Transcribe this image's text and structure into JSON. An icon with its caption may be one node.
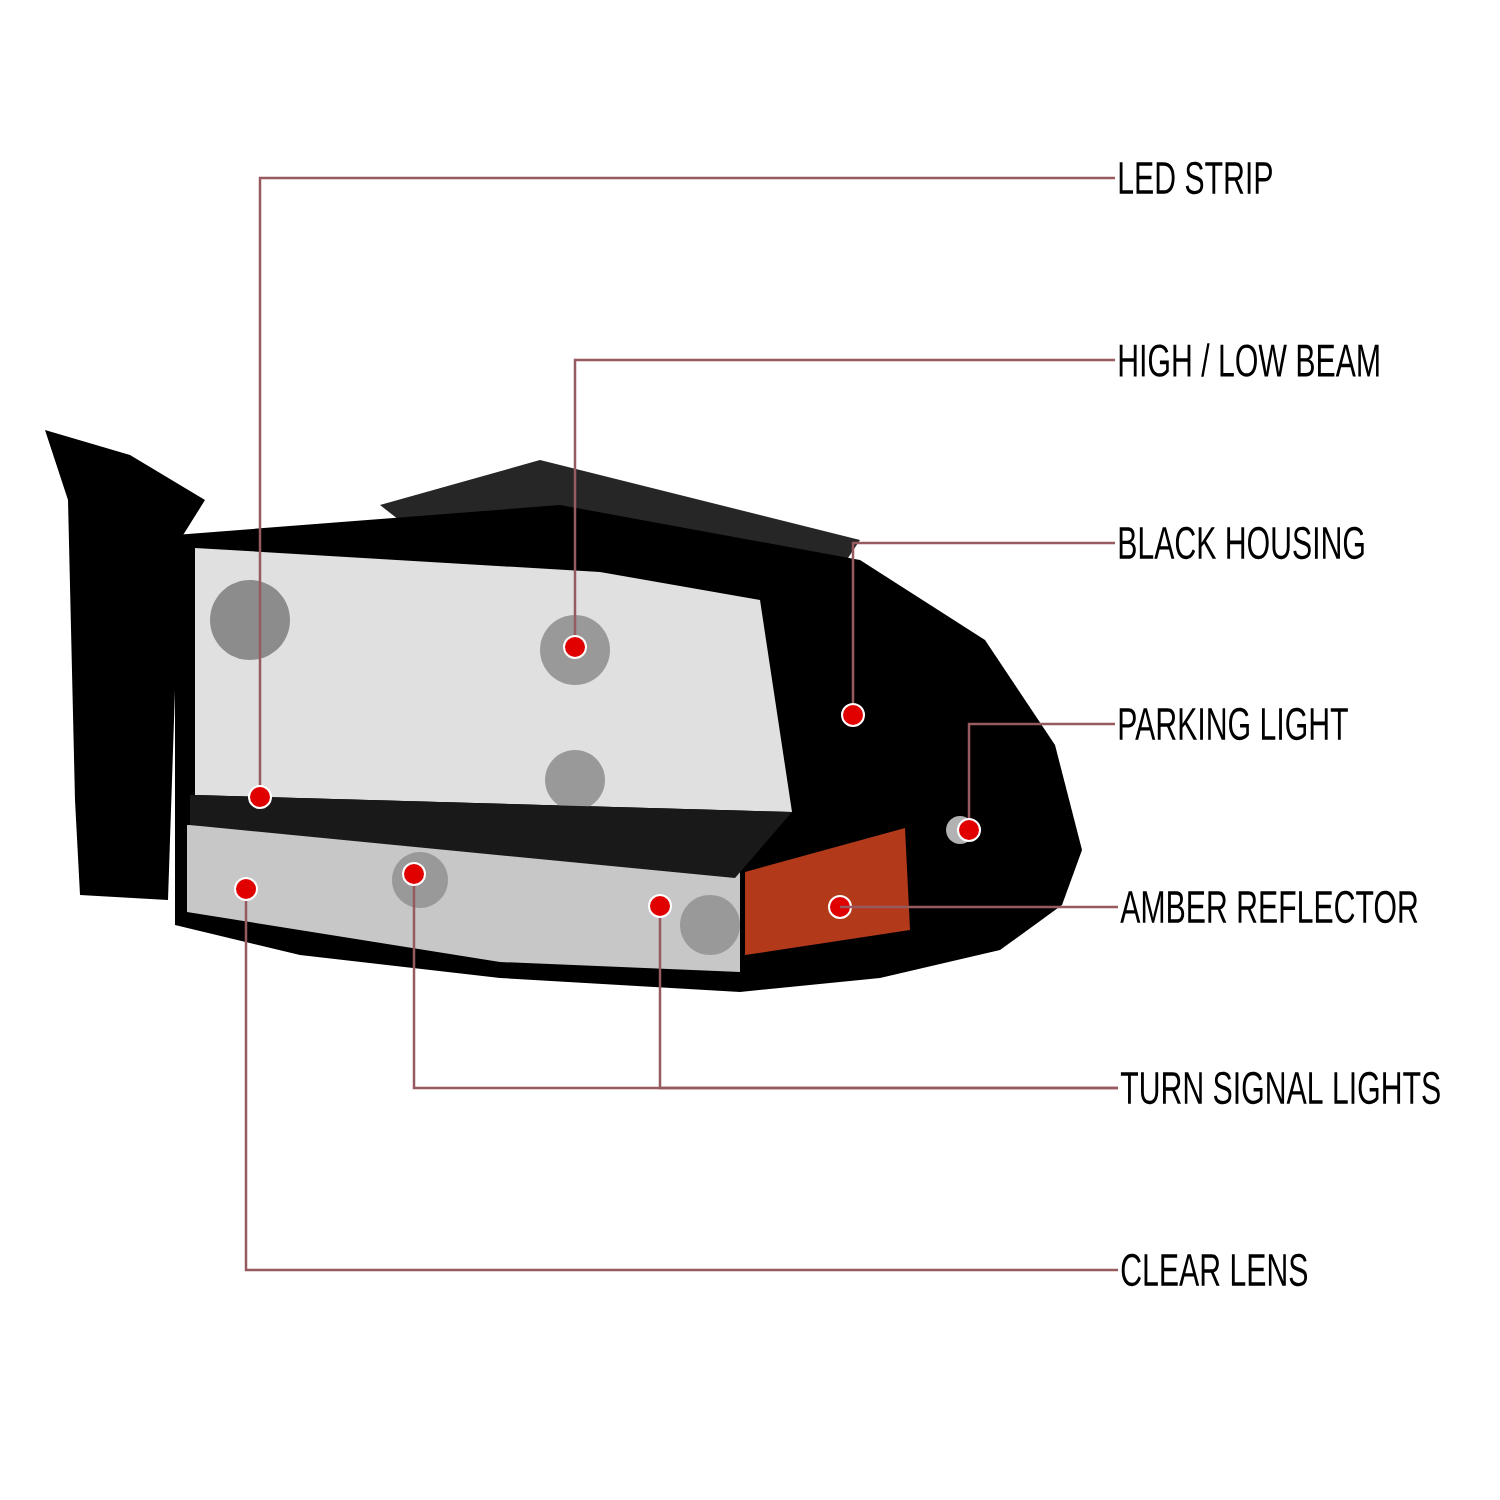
{
  "diagram": {
    "nodes": [
      {
        "text": [
          "LED STRIP"
        ]
      },
      {
        "text": [
          "HIGH / LOW BEAM"
        ]
      },
      {
        "text": [
          "BLACK HOUSING"
        ]
      },
      {
        "text": [
          "PARKING LIGHT"
        ]
      },
      {
        "text": [
          "AMBER REFLECTOR"
        ]
      },
      {
        "text": [
          "TURN SIGNAL LIGHTS"
        ]
      },
      {
        "text": [
          "CLEAR LENS"
        ]
      },
      {
        "text": [],
        "shape": "circle"
      },
      {
        "text": [],
        "shape": "circle"
      },
      {
        "text": [],
        "shape": "circle"
      },
      {
        "text": [],
        "shape": "circle"
      },
      {
        "text": [],
        "shape": "circle"
      },
      {
        "text": [],
        "shape": "circle"
      },
      {
        "text": [],
        "shape": "circle"
      },
      {
        "text": [],
        "shape": "circle"
      }
    ],
    "edges": [
      {
        "from": 0,
        "to": 8,
        "arrow": "none"
      },
      {
        "from": 1,
        "to": 10,
        "arrow": "none"
      },
      {
        "from": 2,
        "to": 13,
        "arrow": "none"
      },
      {
        "from": 3,
        "to": 14,
        "arrow": "none"
      },
      {
        "from": 4,
        "to": 12,
        "arrow": "none"
      },
      {
        "from": 5,
        "to": 9,
        "arrow": "none"
      },
      {
        "from": 5,
        "to": 11,
        "arrow": "none"
      },
      {
        "from": 6,
        "to": 7,
        "arrow": "none"
      }
    ]
  }
}
